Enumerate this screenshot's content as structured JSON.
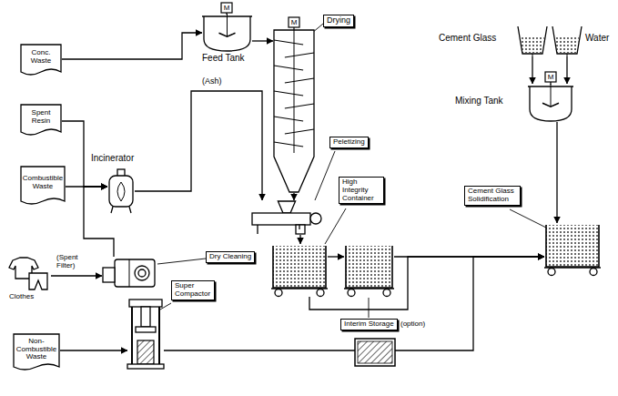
{
  "diagram": {
    "nodes": [
      {
        "text": [
          "Conc. Waste"
        ]
      },
      {
        "text": [
          "Feed Tank"
        ]
      },
      {
        "text": [
          "Drying"
        ]
      },
      {
        "text": [
          "Spent Resin"
        ]
      },
      {
        "text": [
          "Combustible Waste"
        ]
      },
      {
        "text": [
          "Incinerator"
        ]
      },
      {
        "text": [
          "Peletizing"
        ]
      },
      {
        "text": [
          "High Integrity Container"
        ]
      },
      {
        "text": [
          "Clothes"
        ]
      },
      {
        "text": [
          "Dry Cleaning"
        ]
      },
      {
        "text": [
          "Interim Storage",
          "(option)"
        ]
      },
      {
        "text": [
          "Non-Combustible Waste"
        ]
      },
      {
        "text": [
          "Super Compactor"
        ]
      },
      {
        "text": [
          "Cement Glass"
        ]
      },
      {
        "text": [
          "Water"
        ]
      },
      {
        "text": [
          "Mixing Tank"
        ]
      },
      {
        "text": [
          "Cement Glass Solidification"
        ]
      }
    ],
    "edges": [
      {
        "from": 0,
        "to": 1,
        "arrow": "to"
      },
      {
        "from": 1,
        "to": 2,
        "arrow": "to"
      },
      {
        "from": 2,
        "to": 6,
        "arrow": "to"
      },
      {
        "from": 3,
        "to": 5,
        "arrow": "to"
      },
      {
        "from": 4,
        "to": 5,
        "arrow": "to"
      },
      {
        "from": 9,
        "to": 5,
        "arrow": "to"
      },
      {
        "from": 5,
        "to": 6,
        "label": "(Ash)",
        "arrow": "to"
      },
      {
        "from": 6,
        "to": 7,
        "arrow": "to"
      },
      {
        "from": 7,
        "to": 10,
        "arrow": "to"
      },
      {
        "from": 10,
        "to": 16,
        "arrow": "to"
      },
      {
        "from": 7,
        "to": 16,
        "arrow": "to"
      },
      {
        "from": 8,
        "to": 9,
        "arrow": "to"
      },
      {
        "from": 11,
        "to": 12,
        "arrow": "to"
      },
      {
        "from": 12,
        "to": 16,
        "arrow": "to"
      },
      {
        "from": 13,
        "to": 15,
        "arrow": "to"
      },
      {
        "from": 14,
        "to": 15,
        "arrow": "to"
      },
      {
        "from": 15,
        "to": 16,
        "arrow": "to"
      }
    ],
    "labels": [
      "(Spent Filter)",
      "M",
      "M",
      "M"
    ]
  }
}
